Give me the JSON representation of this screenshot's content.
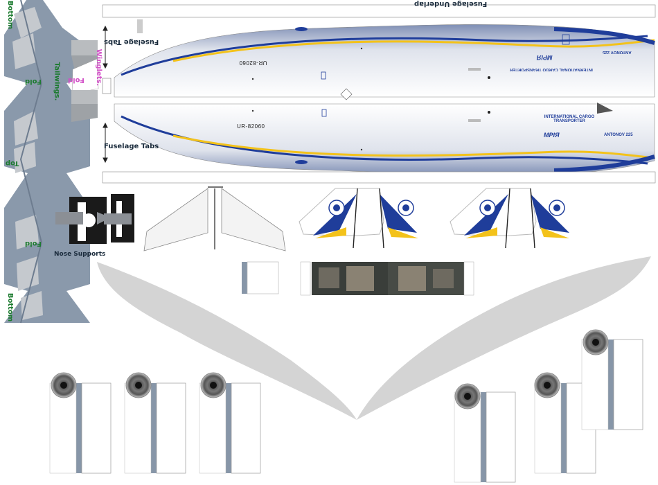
{
  "labels": {
    "fuselage_underlap": "Fuselage Underlap",
    "fuselage_tabs_top": "Fuselage Tabs",
    "fuselage_tabs_bottom": "Fuselage Tabs",
    "nose_supports": "Nose Supports",
    "bottom_top_edge": "Bottom",
    "bottom_bottom_edge": "Bottom",
    "top": "Top",
    "fold_upper": "Fold",
    "fold_lower": "Fold",
    "tailwings": "Tailwings.",
    "winglets": "Winglets.",
    "fold_winglets": "Fold"
  },
  "livery": {
    "registration_upper": "UR-82060",
    "registration_lower": "UR-82060",
    "company_upper": "INTERNATIONAL CARGO TRANSPORTER",
    "company_lower": "INTERNATIONAL CARGO TRANSPORTER",
    "model_upper": "ANTONOV 225",
    "model_lower": "ANTONOV 225",
    "logo_text_upper": "МРІЯ",
    "logo_text_lower": "МРІЯ"
  },
  "colors": {
    "blue": "#1f3d9a",
    "yellow": "#f3c21a",
    "slate": "#8796a8",
    "gray": "#d4d4d4",
    "label_green": "#1b7a2e",
    "label_pink": "#d24fc7"
  },
  "icons": {
    "engine": "engine-fan-icon",
    "tail_emblem": "antonov-emblem-icon"
  }
}
